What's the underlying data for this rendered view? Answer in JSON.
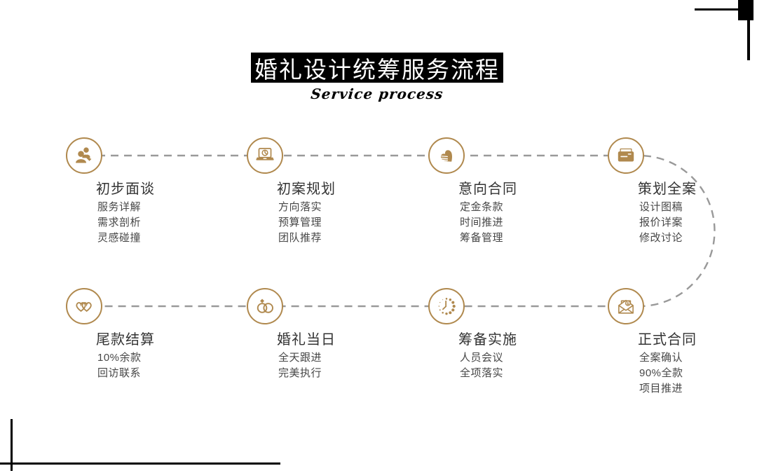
{
  "page": {
    "title": "婚礼设计统筹服务流程",
    "subtitle": "Service process"
  },
  "colors": {
    "gold": "#b0894e",
    "dash_gray": "#999999",
    "title_bg": "#000000",
    "title_text": "#ffffff",
    "step_title": "#333333",
    "step_text": "#474747"
  },
  "steps": [
    {
      "order": 1,
      "icon": "consult-people-icon",
      "title": "初步面谈",
      "items": [
        "服务详解",
        "需求剖析",
        "灵感碰撞"
      ]
    },
    {
      "order": 2,
      "icon": "laptop-chart-icon",
      "title": "初案规划",
      "items": [
        "方向落实",
        "预算管理",
        "团队推荐"
      ]
    },
    {
      "order": 3,
      "icon": "handshake-heart-icon",
      "title": "意向合同",
      "items": [
        "定金条款",
        "时间推进",
        "筹备管理"
      ]
    },
    {
      "order": 4,
      "icon": "folder-card-icon",
      "title": "策划全案",
      "items": [
        "设计图稿",
        "报价详案",
        "修改讨论"
      ]
    },
    {
      "order": 8,
      "icon": "double-hearts-icon",
      "title": "尾款结算",
      "items": [
        "10%余款",
        "回访联系"
      ]
    },
    {
      "order": 7,
      "icon": "wedding-rings-icon",
      "title": "婚礼当日",
      "items": [
        "全天跟进",
        "完美执行"
      ]
    },
    {
      "order": 6,
      "icon": "clock-dots-icon",
      "title": "筹备实施",
      "items": [
        "人员会议",
        "全项落实"
      ]
    },
    {
      "order": 5,
      "icon": "envelope-money-icon",
      "title": "正式合同",
      "items": [
        "全案确认",
        "90%全款",
        "项目推进"
      ]
    }
  ]
}
